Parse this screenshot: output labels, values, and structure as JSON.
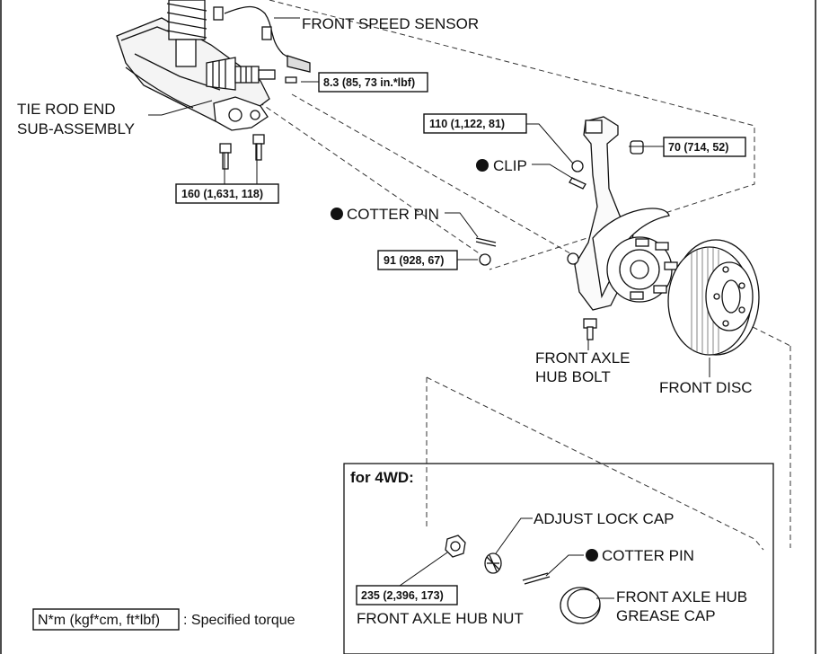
{
  "labels": {
    "front_speed_sensor": "FRONT SPEED SENSOR",
    "tie_rod_end_line1": "TIE ROD END",
    "tie_rod_end_line2": "SUB-ASSEMBLY",
    "clip": "CLIP",
    "cotter_pin_top": "COTTER PIN",
    "front_axle_hub_bolt_line1": "FRONT AXLE",
    "front_axle_hub_bolt_line2": "HUB BOLT",
    "front_disc": "FRONT DISC",
    "adjust_lock_cap": "ADJUST LOCK CAP",
    "cotter_pin_4wd": "COTTER PIN",
    "front_axle_hub_nut": "FRONT AXLE HUB NUT",
    "grease_cap_line1": "FRONT AXLE HUB",
    "grease_cap_line2": "GREASE CAP"
  },
  "torques": {
    "speed_sensor": "8.3 (85, 73 in.*lbf)",
    "knuckle_upper_nut": "110 (1,122, 81)",
    "knuckle_bolt": "70 (714, 52)",
    "tie_rod_bolts": "160 (1,631, 118)",
    "tie_rod_nut": "91 (928, 67)",
    "hub_nut": "235 (2,396, 173)"
  },
  "inset": {
    "title": "for 4WD:"
  },
  "legend": {
    "unit_box": "N*m (kgf*cm, ft*lbf)",
    "description": ": Specified torque"
  },
  "symbols": {
    "non_reusable_part": "filled-circle-icon"
  }
}
